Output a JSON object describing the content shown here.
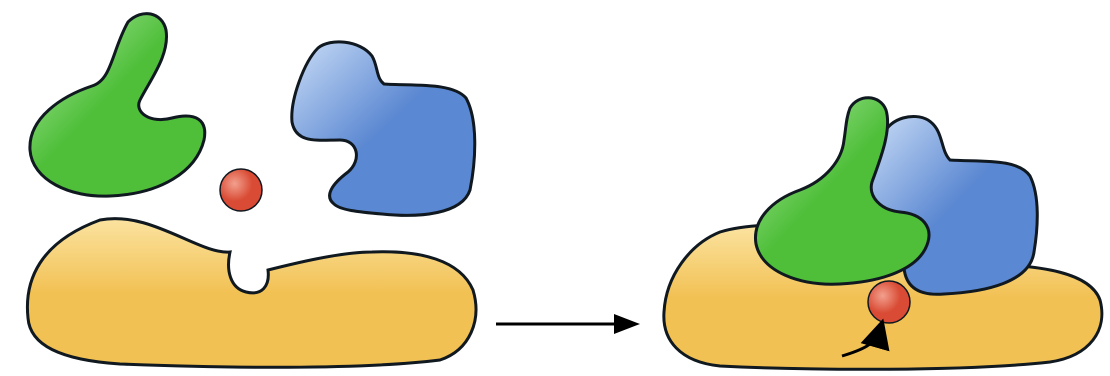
{
  "colors": {
    "green": "#4fbf3a",
    "green_light": "#b6ecaa",
    "blue": "#5b88d2",
    "blue_light": "#c9dcf6",
    "orange": "#f2c154",
    "orange_light": "#fbe3a0",
    "red_ball": "#d94b34",
    "red_light": "#f2a08e",
    "outline": "#101820",
    "arrow": "#000000"
  },
  "left_state": {
    "parts": [
      "green-protein",
      "blue-protein",
      "red-ball-ligand",
      "orange-base-with-pocket"
    ]
  },
  "right_state": {
    "parts": [
      "green-protein",
      "blue-protein",
      "red-ball-ligand",
      "orange-base",
      "curved-arrow"
    ]
  },
  "transition": {
    "direction": "left-to-right"
  }
}
